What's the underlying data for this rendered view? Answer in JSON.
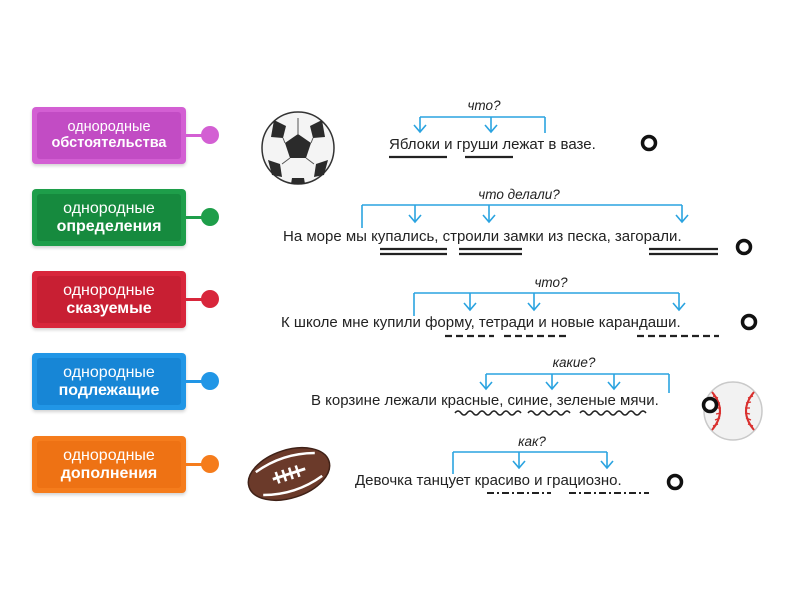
{
  "labels": [
    {
      "line1": "однородные",
      "line2": "обстоятельства",
      "color": "#d35fd3",
      "inner": "#c24cc4"
    },
    {
      "line1": "однородные",
      "line2": "определения",
      "color": "#1e9e4a",
      "inner": "#168a3e"
    },
    {
      "line1": "однородные",
      "line2": "сказуемые",
      "color": "#d8263b",
      "inner": "#c81f33"
    },
    {
      "line1": "однородные",
      "line2": "подлежащие",
      "color": "#2196e6",
      "inner": "#1786d6"
    },
    {
      "line1": "однородные",
      "line2": "дополнения",
      "color": "#f57c1c",
      "inner": "#ee7214"
    }
  ],
  "rows": [
    {
      "question": "что?",
      "sentence": "Яблоки и груши лежат в вазе."
    },
    {
      "question": "что делали?",
      "sentence": "На море мы купались, строили замки из песка, загорали."
    },
    {
      "question": "что?",
      "sentence": "К школе мне купили форму, тетради и новые карандаши."
    },
    {
      "question": "какие?",
      "sentence": "В корзине лежали красные, синие, зеленые мячи."
    },
    {
      "question": "как?",
      "sentence": "Девочка танцует красиво и грациозно."
    }
  ],
  "colors": {
    "bracket": "#2aa3e0",
    "underline": "#222222",
    "ring": "#111111"
  },
  "icons": [
    "soccer-ball-icon",
    "american-football-icon",
    "baseball-icon"
  ]
}
